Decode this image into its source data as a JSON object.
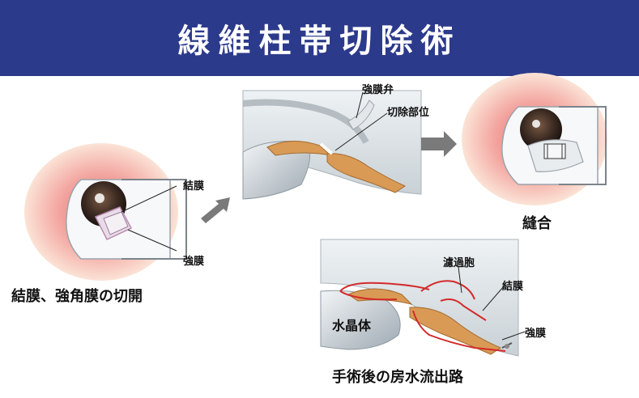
{
  "header": {
    "title": "線維柱帯切除術"
  },
  "labels": {
    "conjunctiva_1": "結膜",
    "sclera_1": "強膜",
    "step1_caption": "結膜、強角膜の切開",
    "scleral_flap": "強膜弁",
    "excision_site": "切除部位",
    "suture_caption": "縫合",
    "filtering_bleb": "濾過胞",
    "conjunctiva_2": "結膜",
    "lens": "水晶体",
    "sclera_2": "強膜",
    "aqueous_caption": "手術後の房水流出路"
  },
  "colors": {
    "banner": "#2c3a8c",
    "banner_text": "#ffffff",
    "skin": "#f6c9b4",
    "skin_inner": "#ec6e6e",
    "iris": "#3b2a22",
    "tissue": "#d89a55",
    "flow": "#d42a2a",
    "arrow": "#7a7a7a"
  },
  "icons": [
    "right-arrow-icon"
  ]
}
